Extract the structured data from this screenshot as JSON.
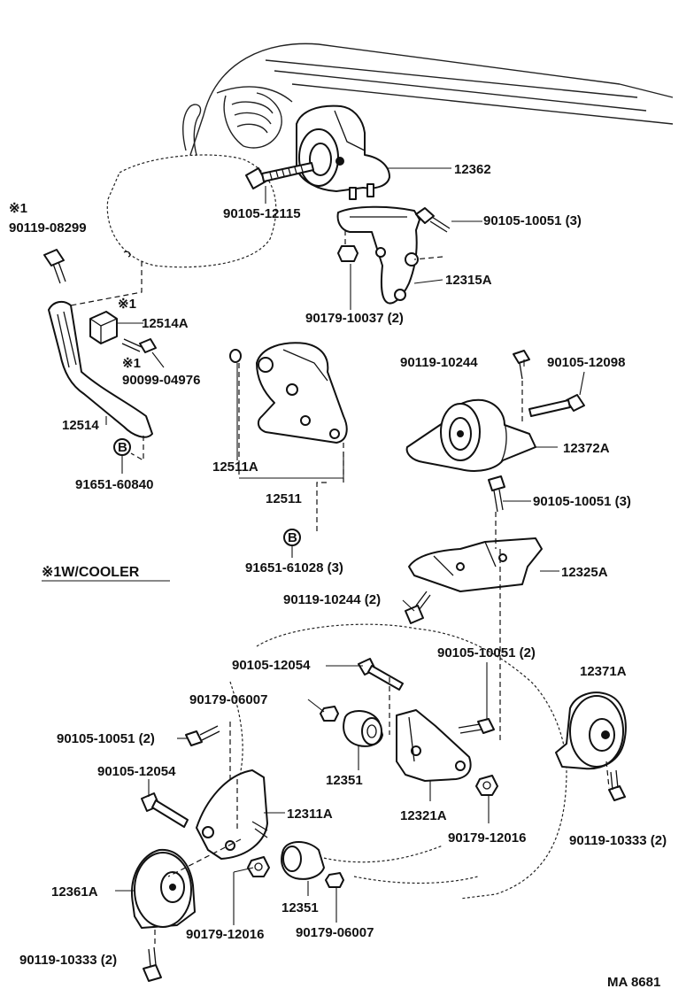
{
  "callouts": {
    "p12362": "12362",
    "p90105_12115": "90105-12115",
    "p90105_10051_3_top": "90105-10051 (3)",
    "p12315A": "12315A",
    "p90179_10037": "90179-10037 (2)",
    "mark1_a": "※1",
    "p90119_08299": "90119-08299",
    "mark1_b": "※1",
    "p12514A": "12514A",
    "mark1_c": "※1",
    "p90099_04976": "90099-04976",
    "p12514": "12514",
    "b_mark_1": "B",
    "p91651_60840": "91651-60840",
    "p12511A": "12511A",
    "p12511": "12511",
    "b_mark_2": "B",
    "p91651_61028": "91651-61028 (3)",
    "note_cooler": "※1W/COOLER",
    "p90119_10244": "90119-10244",
    "p90105_12098": "90105-12098",
    "p12372A": "12372A",
    "p90105_10051_3_mid": "90105-10051 (3)",
    "p12325A": "12325A",
    "p90119_10244_2": "90119-10244 (2)",
    "p90105_12054_a": "90105-12054",
    "p90105_10051_2_right": "90105-10051 (2)",
    "p12371A": "12371A",
    "p90179_06007_a": "90179-06007",
    "p90105_10051_2_left": "90105-10051 (2)",
    "p12351_a": "12351",
    "p12321A": "12321A",
    "p90179_12016_a": "90179-12016",
    "p90119_10333_2_right": "90119-10333 (2)",
    "p90105_12054_b": "90105-12054",
    "p12311A": "12311A",
    "p12361A": "12361A",
    "p90179_12016_b": "90179-12016",
    "p12351_b": "12351",
    "p90179_06007_b": "90179-06007",
    "p90119_10333_2_left": "90119-10333 (2)",
    "figure_code": "MA 8681"
  }
}
